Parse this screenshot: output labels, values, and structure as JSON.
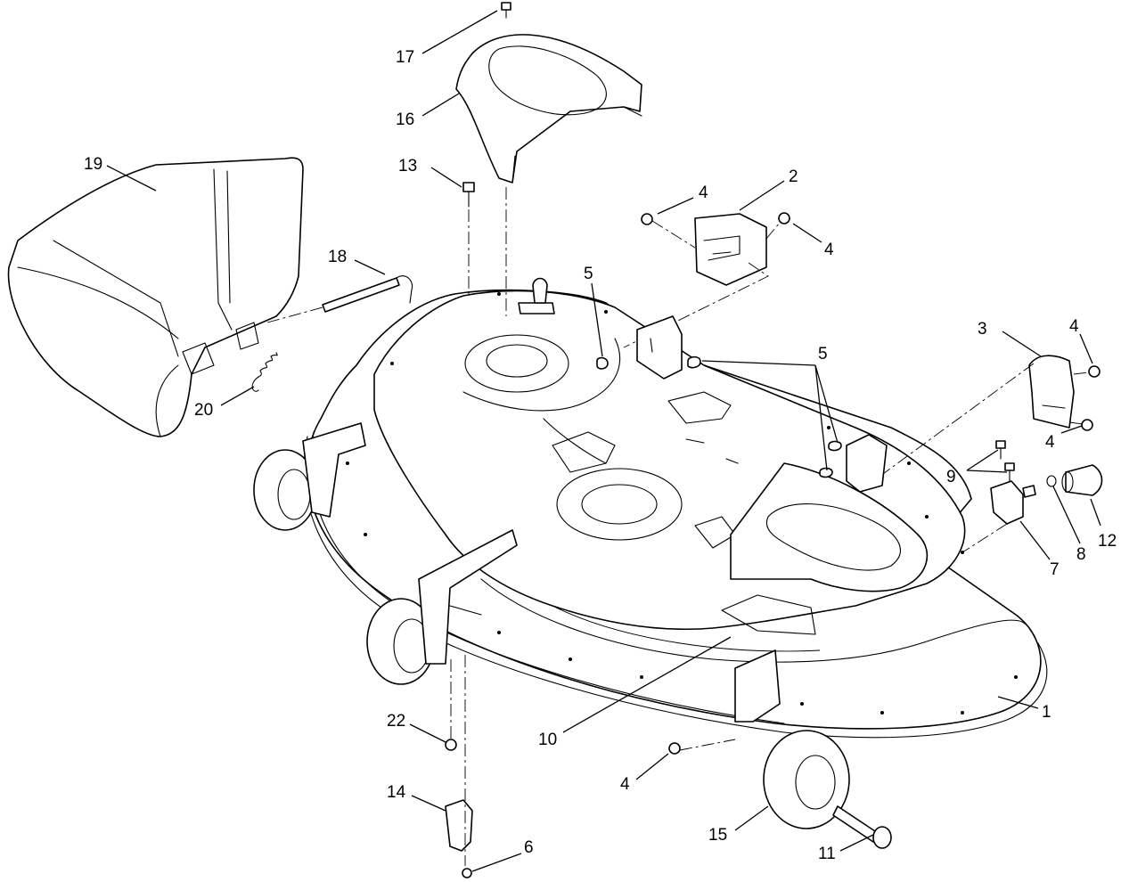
{
  "callouts": [
    {
      "id": "c1",
      "text": "1"
    },
    {
      "id": "c2",
      "text": "2"
    },
    {
      "id": "c3",
      "text": "3"
    },
    {
      "id": "c4a",
      "text": "4"
    },
    {
      "id": "c4b",
      "text": "4"
    },
    {
      "id": "c4c",
      "text": "4"
    },
    {
      "id": "c4d",
      "text": "4"
    },
    {
      "id": "c4e",
      "text": "4"
    },
    {
      "id": "c5a",
      "text": "5"
    },
    {
      "id": "c5b",
      "text": "5"
    },
    {
      "id": "c6",
      "text": "6"
    },
    {
      "id": "c7",
      "text": "7"
    },
    {
      "id": "c8",
      "text": "8"
    },
    {
      "id": "c9",
      "text": "9"
    },
    {
      "id": "c10",
      "text": "10"
    },
    {
      "id": "c11",
      "text": "11"
    },
    {
      "id": "c12",
      "text": "12"
    },
    {
      "id": "c13",
      "text": "13"
    },
    {
      "id": "c14",
      "text": "14"
    },
    {
      "id": "c15",
      "text": "15"
    },
    {
      "id": "c16",
      "text": "16"
    },
    {
      "id": "c17",
      "text": "17"
    },
    {
      "id": "c18",
      "text": "18"
    },
    {
      "id": "c19",
      "text": "19"
    },
    {
      "id": "c20",
      "text": "20"
    },
    {
      "id": "c22",
      "text": "22"
    }
  ]
}
